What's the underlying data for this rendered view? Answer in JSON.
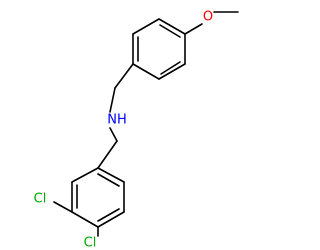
{
  "molecule": {
    "colors": {
      "bond": "#000000",
      "carbon_skeleton": "#000000",
      "nitrogen": "#0000ff",
      "oxygen": "#ff0000",
      "chlorine": "#00aa00"
    },
    "atoms": {
      "oxygen": "O",
      "amine": "NH",
      "chlorine_upper": "Cl",
      "chlorine_lower": "Cl"
    }
  }
}
